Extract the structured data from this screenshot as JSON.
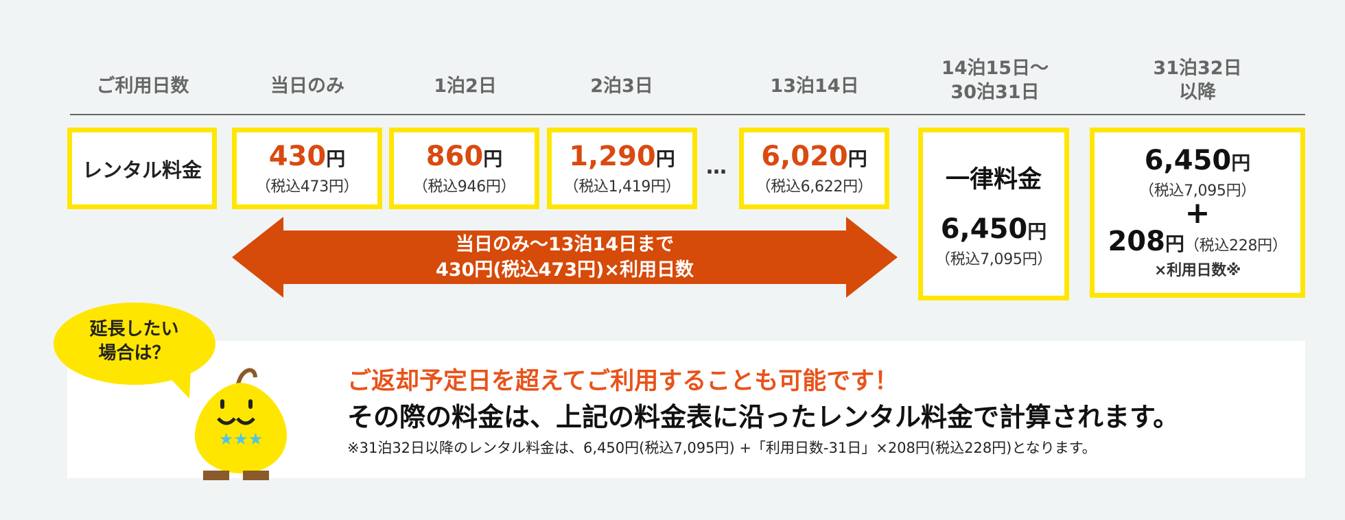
{
  "headers": {
    "days": "ご利用日数",
    "same_day": "当日のみ",
    "n1": "1泊2日",
    "n2": "2泊3日",
    "n13": "13泊14日",
    "n14_30_line1": "14泊15日〜",
    "n14_30_line2": "30泊31日",
    "n31_line1": "31泊32日",
    "n31_line2": "以降"
  },
  "row_label": "レンタル料金",
  "prices": [
    {
      "num": "430",
      "yen": "円",
      "tax": "（税込473円）"
    },
    {
      "num": "860",
      "yen": "円",
      "tax": "（税込946円）"
    },
    {
      "num": "1,290",
      "yen": "円",
      "tax": "（税込1,419円）"
    },
    {
      "num": "6,020",
      "yen": "円",
      "tax": "（税込6,622円）"
    }
  ],
  "ellipsis": "…",
  "arrow": {
    "line1": "当日のみ〜13泊14日まで",
    "line2": "430円(税込473円)×利用日数"
  },
  "flat": {
    "title": "一律料金",
    "num": "6,450",
    "yen": "円",
    "tax": "（税込7,095円）"
  },
  "long": {
    "num1": "6,450",
    "yen1": "円",
    "tax1": "（税込7,095円）",
    "plus": "+",
    "num2": "208",
    "yen2": "円",
    "tax2": "（税込228円）",
    "note": "×利用日数※"
  },
  "bubble": {
    "line1": "延長したい",
    "line2": "場合は？"
  },
  "message": {
    "headline": "ご返却予定日を超えてご利用することも可能です！",
    "body": "その際の料金は、上記の料金表に沿ったレンタル料金で計算されます。",
    "note": "※31泊32日以降のレンタル料金は、6,450円(税込7,095円) +「利用日数-31日」×208円(税込228円)となります。"
  },
  "colors": {
    "accent_orange": "#d94a10",
    "arrow_fill": "#d64a0a",
    "box_border": "#ffe600",
    "headline": "#e8531a"
  }
}
